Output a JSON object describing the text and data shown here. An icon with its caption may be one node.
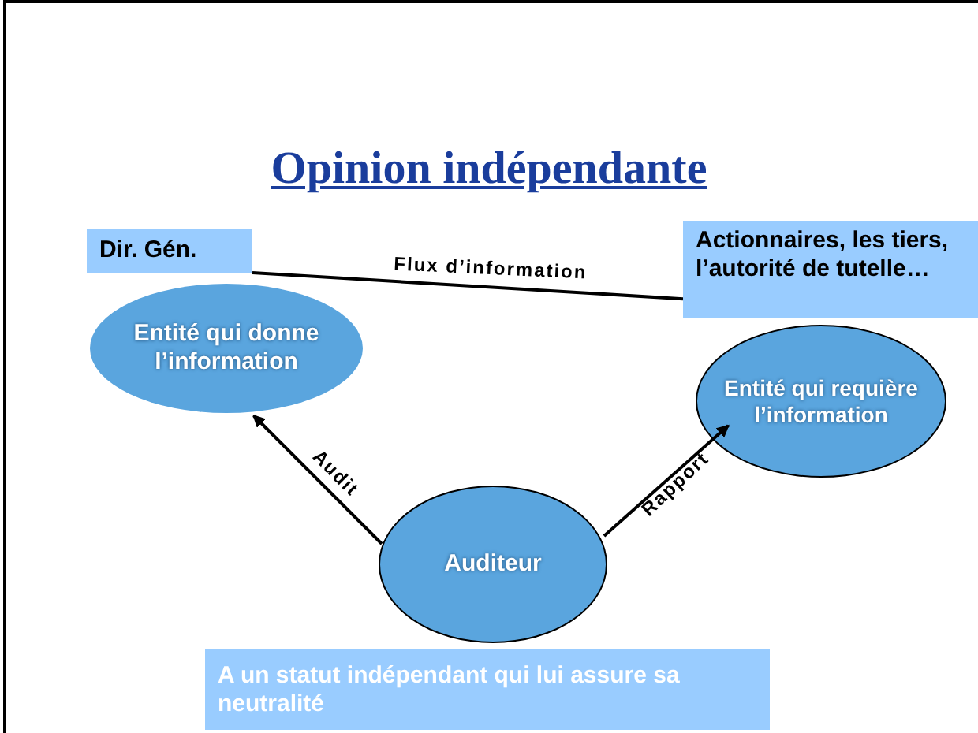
{
  "diagram": {
    "title": "Opinion indépendante",
    "nodes": [
      {
        "text": [
          "Dir. Gén."
        ]
      },
      {
        "text": [
          "Actionnaires, les tiers, l’autorité de tutelle…"
        ]
      },
      {
        "text": [
          "Entité qui donne l’information"
        ]
      },
      {
        "text": [
          "Entité qui requière l’information"
        ]
      },
      {
        "text": [
          "Auditeur"
        ]
      },
      {
        "text": [
          "A un statut indépendant qui lui assure sa neutralité"
        ]
      }
    ],
    "edges": [
      {
        "from": 0,
        "to": 1,
        "arrow": "none",
        "label": "Flux d’information"
      },
      {
        "from": 4,
        "to": 2,
        "arrow": "to",
        "label": "Audit"
      },
      {
        "from": 4,
        "to": 3,
        "arrow": "to",
        "label": "Rapport"
      }
    ]
  }
}
